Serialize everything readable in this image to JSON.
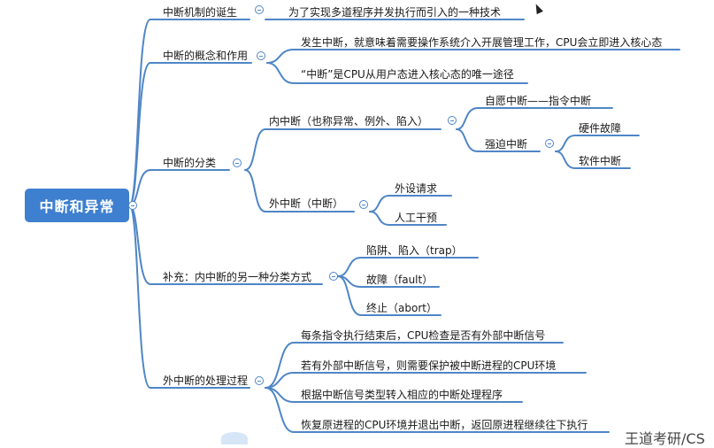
{
  "root": "中断和异常",
  "branches": [
    {
      "label": "中断机制的诞生",
      "children": [
        "为了实现多道程序并发执行而引入的一种技术"
      ]
    },
    {
      "label": "中断的概念和作用",
      "children": [
        "发生中断，就意味着需要操作系统介入开展管理工作，CPU会立即进入核心态",
        "“中断”是CPU从用户态进入核心态的唯一途径"
      ]
    },
    {
      "label": "中断的分类",
      "children": [
        {
          "label": "内中断（也称异常、例外、陷入）",
          "children": [
            "自愿中断——指令中断",
            {
              "label": "强迫中断",
              "children": [
                "硬件故障",
                "软件中断"
              ]
            }
          ]
        },
        {
          "label": "外中断（中断）",
          "children": [
            "外设请求",
            "人工干预"
          ]
        }
      ]
    },
    {
      "label": "补充：内中断的另一种分类方式",
      "children": [
        "陷阱、陷入（trap）",
        "故障（fault）",
        "终止（abort）"
      ]
    },
    {
      "label": "外中断的处理过程",
      "children": [
        "每条指令执行结束后，CPU检查是否有外部中断信号",
        "若有外部中断信号，则需要保护被中断进程的CPU环境",
        "根据中断信号类型转入相应的中断处理程序",
        "恢复原进程的CPU环境并退出中断，返回原进程继续往下执行"
      ]
    }
  ],
  "watermark": "王道考研/CS",
  "colors": {
    "accent": "#3e7fcf",
    "line": "#4f86c6"
  }
}
